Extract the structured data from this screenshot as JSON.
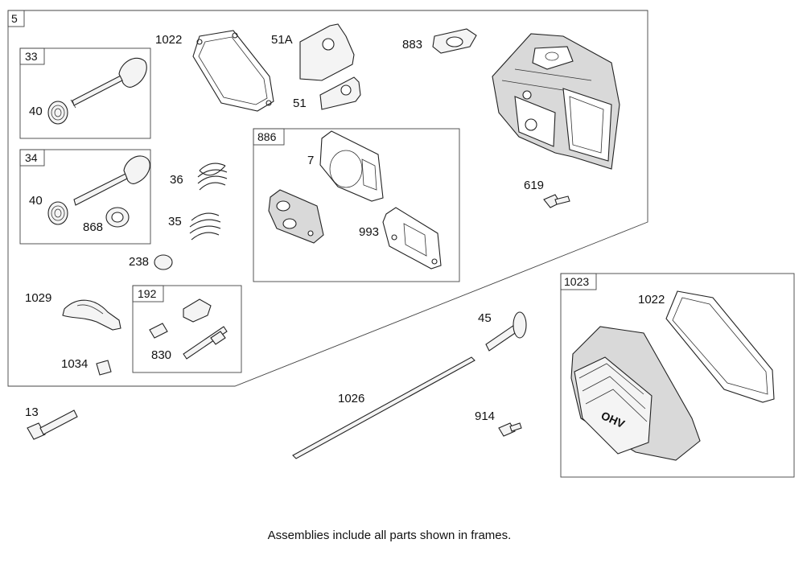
{
  "frame_labels": {
    "f5": "5",
    "f33": "33",
    "f34": "34",
    "f886": "886",
    "f192": "192",
    "f1023": "1023"
  },
  "callouts": {
    "c1022a": "1022",
    "c51A": "51A",
    "c51": "51",
    "c883": "883",
    "c40a": "40",
    "c40b": "40",
    "c868": "868",
    "c36": "36",
    "c35": "35",
    "c238": "238",
    "c7": "7",
    "c993": "993",
    "c619": "619",
    "c1029": "1029",
    "c1034": "1034",
    "c830": "830",
    "c45": "45",
    "c1026": "1026",
    "c13": "13",
    "c914": "914",
    "c1022b": "1022"
  },
  "cover_text": "OHV",
  "footnote": "Assemblies include all parts shown in frames."
}
